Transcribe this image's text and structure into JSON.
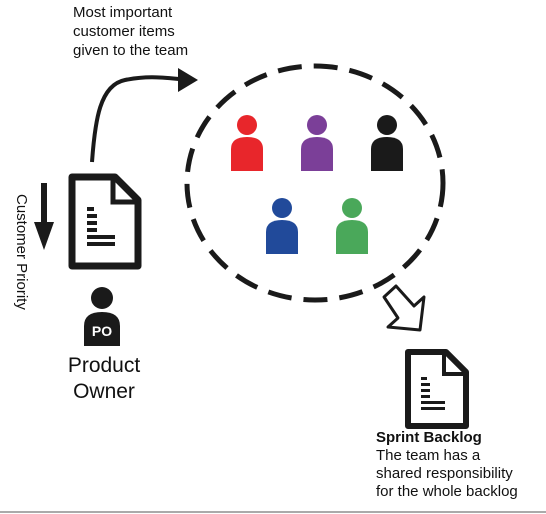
{
  "top_caption": [
    "Most important",
    "customer items",
    "given to the team"
  ],
  "side_label": "Customer Priority",
  "product_owner": {
    "badge": "PO",
    "label": [
      "Product",
      "Owner"
    ]
  },
  "sprint_backlog": {
    "title": "Sprint Backlog",
    "description": [
      "The team has a",
      "shared responsibility",
      "for the whole backlog"
    ]
  },
  "team_members": [
    {
      "color": "#e8262b"
    },
    {
      "color": "#7b3f98"
    },
    {
      "color": "#1a1a1a"
    },
    {
      "color": "#214a9a"
    },
    {
      "color": "#4aa85a"
    }
  ],
  "colors": {
    "ink": "#1a1a1a",
    "background": "#ffffff"
  }
}
